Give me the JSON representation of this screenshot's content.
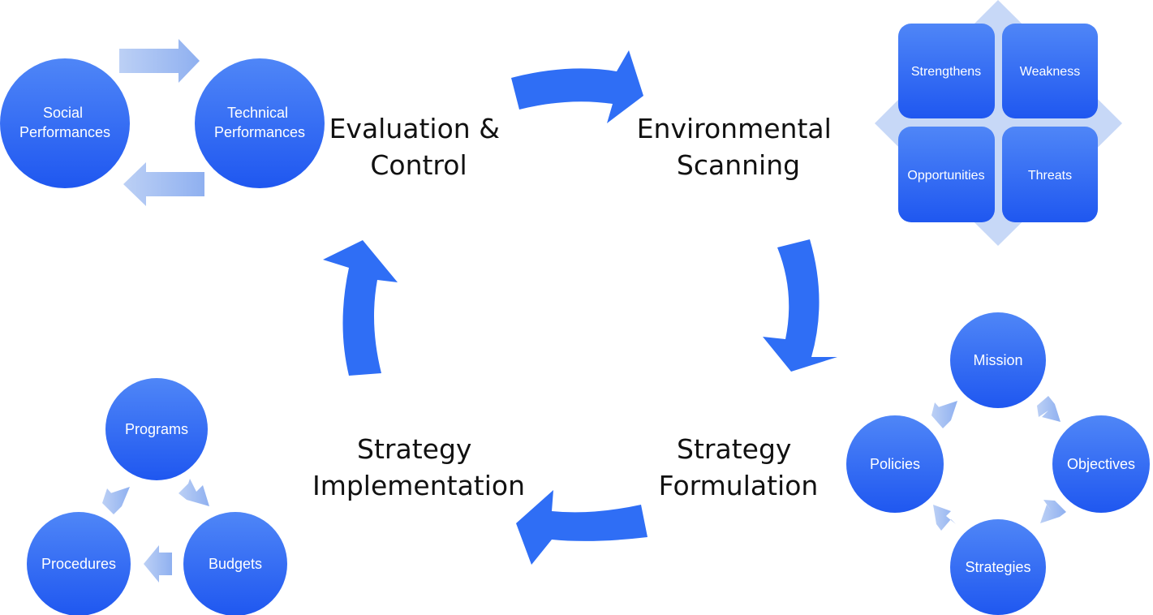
{
  "colors": {
    "primary_blue": "#2f6ef5",
    "circle_top": "#4f86f7",
    "circle_bottom": "#1f57f0",
    "light_blue": "#a9c2f2",
    "diamond": "#c7d8f7",
    "text_dark": "#111111",
    "text_light": "#ffffff"
  },
  "cycle": {
    "evaluation": [
      "Evaluation &",
      "Control"
    ],
    "environmental": [
      "Environmental",
      "Scanning"
    ],
    "formulation": [
      "Strategy",
      "Formulation"
    ],
    "implementation": [
      "Strategy",
      "Implementation"
    ]
  },
  "evaluation_detail": {
    "social": [
      "Social",
      "Performances"
    ],
    "technical": [
      "Technical",
      "Performances"
    ]
  },
  "swot": {
    "strengths": "Strengthens",
    "weakness": "Weakness",
    "opportunities": "Opportunities",
    "threats": "Threats"
  },
  "formulation_detail": {
    "mission": "Mission",
    "objectives": "Objectives",
    "strategies": "Strategies",
    "policies": "Policies"
  },
  "implementation_detail": {
    "programs": "Programs",
    "budgets": "Budgets",
    "procedures": "Procedures"
  },
  "icons": {
    "cycle_arrow": "curved-arrow",
    "flow_arrow": "block-arrow"
  }
}
